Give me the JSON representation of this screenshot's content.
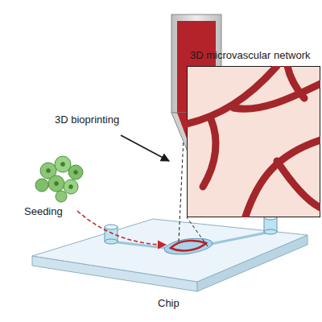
{
  "diagram": {
    "nodes": [
      {
        "text": [
          "3D microvascular network"
        ]
      }
    ],
    "labels": [
      "3D bioprinting",
      "Seeding",
      "Chip"
    ]
  }
}
